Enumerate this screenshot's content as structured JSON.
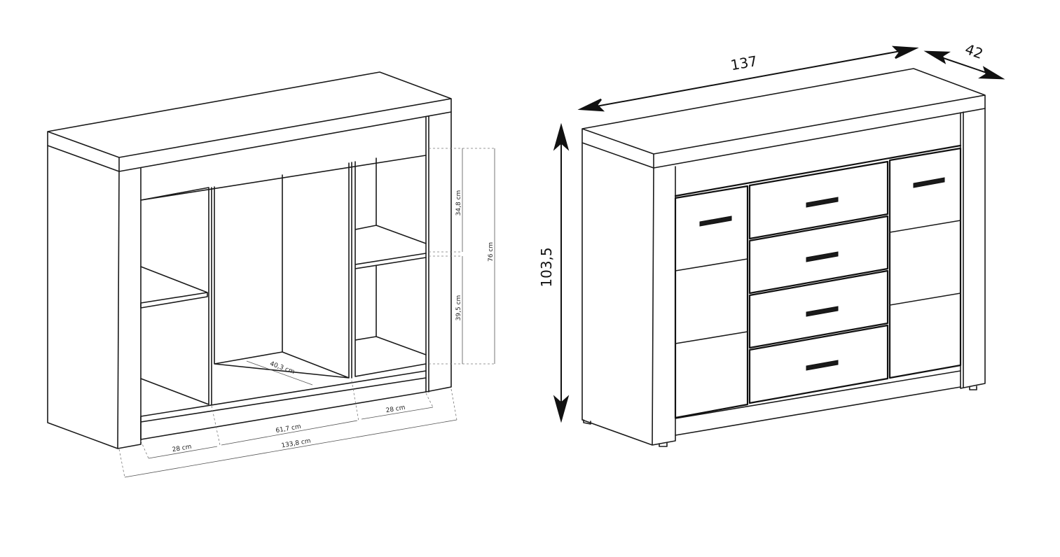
{
  "left_drawing": {
    "labels": {
      "upper_compartment_height": "34,8 cm",
      "lower_compartment_height": "39,5 cm",
      "inner_height": "76 cm",
      "inner_depth": "40,3 cm",
      "left_compartment_width": "28 cm",
      "middle_compartment_width": "61,7 cm",
      "right_compartment_width": "28 cm",
      "inner_total_width": "133,8 cm"
    }
  },
  "right_drawing": {
    "labels": {
      "overall_width": "137",
      "overall_depth": "42",
      "overall_height": "103,5"
    }
  },
  "colors": {
    "line": "#1a1a1a",
    "dimension_line": "#555555",
    "background": "#ffffff"
  }
}
